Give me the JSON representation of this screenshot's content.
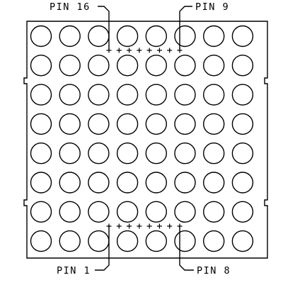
{
  "diagram": {
    "colors": {
      "line": "#000000",
      "background": "#ffffff"
    },
    "matrix": {
      "rows": 8,
      "columns": 8
    },
    "pin_labels": {
      "top_left": "PIN 16",
      "top_right": "PIN 9",
      "bottom_left": "PIN 1",
      "bottom_right": "PIN 8"
    },
    "pins_per_side": 8
  }
}
